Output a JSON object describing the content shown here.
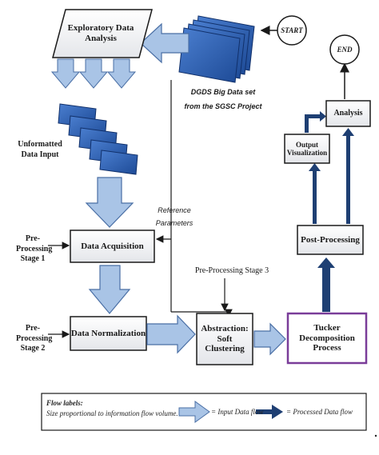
{
  "start": {
    "label": "START"
  },
  "end": {
    "label": "END"
  },
  "dataset": {
    "line1": "DGDS Big Data set",
    "line2": "from the SGSC Project"
  },
  "eda": {
    "line1": "Exploratory Data",
    "line2": "Analysis"
  },
  "unformatted": {
    "line1": "Unformatted",
    "line2": "Data Input"
  },
  "reference": {
    "line1": "Reference",
    "line2": "Parameters"
  },
  "acquisition": {
    "label": "Data Acquisition"
  },
  "normalization": {
    "label": "Data Normalization"
  },
  "pre1": {
    "line1": "Pre-",
    "line2": "Processing",
    "line3": "Stage 1"
  },
  "pre2": {
    "line1": "Pre-",
    "line2": "Processing",
    "line3": "Stage 2"
  },
  "pre3": {
    "label": "Pre-Processing Stage 3"
  },
  "abstraction": {
    "line1": "Abstraction:",
    "line2": "Soft",
    "line3": "Clustering"
  },
  "tucker": {
    "line1": "Tucker",
    "line2": "Decomposition",
    "line3": "Process"
  },
  "postprocessing": {
    "label": "Post-Processing"
  },
  "output": {
    "line1": "Output",
    "line2": "Visualization"
  },
  "analysis": {
    "label": "Analysis"
  },
  "legend": {
    "title": "Flow labels:",
    "subtitle": "Size proportional to information flow volume.",
    "input_flow": "= Input Data flow",
    "processed_flow": "= Processed Data flow"
  },
  "colors": {
    "light_arrow": "#a9c4e6",
    "light_arrow_stroke": "#4a6fa5",
    "dark_arrow": "#1e3f73",
    "doc_fill": "#2f62b0",
    "tucker_border": "#7a3d99"
  }
}
